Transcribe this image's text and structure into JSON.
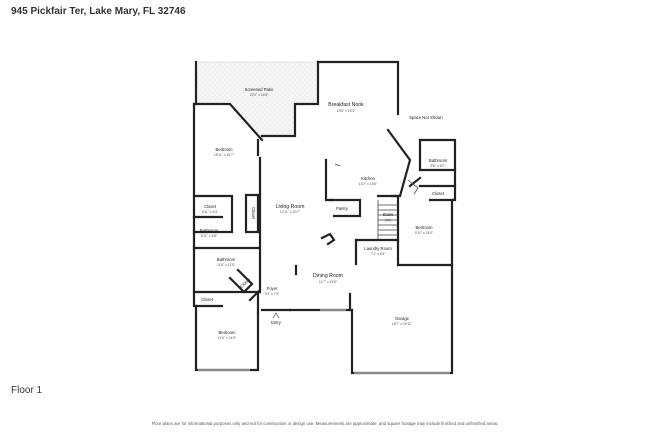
{
  "address": "945 Pickfair Ter, Lake Mary, FL 32746",
  "floor_label": "Floor 1",
  "disclaimer": "Floor plans are for informational purposes only and not for construction or design use. Measurements are approximate, and square footage may include finished and unfinished areas.",
  "rooms": {
    "screened_patio": {
      "name": "Screened Patio",
      "dim": "22'0\" x 16'5\""
    },
    "breakfast_nook": {
      "name": "Breakfast Nook",
      "dim": "19'5\" x 16'3\""
    },
    "space_not_shown": {
      "name": "Space Not Shown"
    },
    "bedroom_ul": {
      "name": "Bedroom",
      "dim": "15'11\" x 16'7\""
    },
    "bathroom_ur": {
      "name": "Bathroom",
      "dim": "8'8\" x 6'0\""
    },
    "kitchen": {
      "name": "Kitchen",
      "dim": "14'2\" x 15'8\""
    },
    "closet_r": {
      "name": "Closet"
    },
    "closet_l": {
      "name": "Closet",
      "dim": "5'11\" x 4'4\""
    },
    "closet_v": {
      "name": "Closet"
    },
    "living_room": {
      "name": "Living Room",
      "dim": "12'11\" x 20'7\""
    },
    "pantry": {
      "name": "Pantry"
    },
    "stairs": {
      "name": "Stairs",
      "sub": "(Up)"
    },
    "bedroom_r": {
      "name": "Bedroom",
      "dim": "9'11\" x 15'0\""
    },
    "bathroom_l1": {
      "name": "Bathroom",
      "dim": "5'11\" x 4'8\""
    },
    "laundry": {
      "name": "Laundry Room",
      "dim": "7'1\" x 5'5\""
    },
    "bathroom_l2": {
      "name": "Bathroom",
      "dim": "11'6\" x 11'5\""
    },
    "dining_room": {
      "name": "Dining Room",
      "dim": "11'7\" x 15'6\""
    },
    "closet_diag": {
      "name": "Closet"
    },
    "foyer": {
      "name": "Foyer",
      "dim": "9'3\" x 7'9\""
    },
    "closet_ll": {
      "name": "Closet"
    },
    "garage": {
      "name": "Garage",
      "dim": "18'7\" x 19'11\""
    },
    "entry": {
      "name": "Entry"
    },
    "bedroom_ll": {
      "name": "Bedroom",
      "dim": "11'6\" x 14'8\""
    }
  }
}
